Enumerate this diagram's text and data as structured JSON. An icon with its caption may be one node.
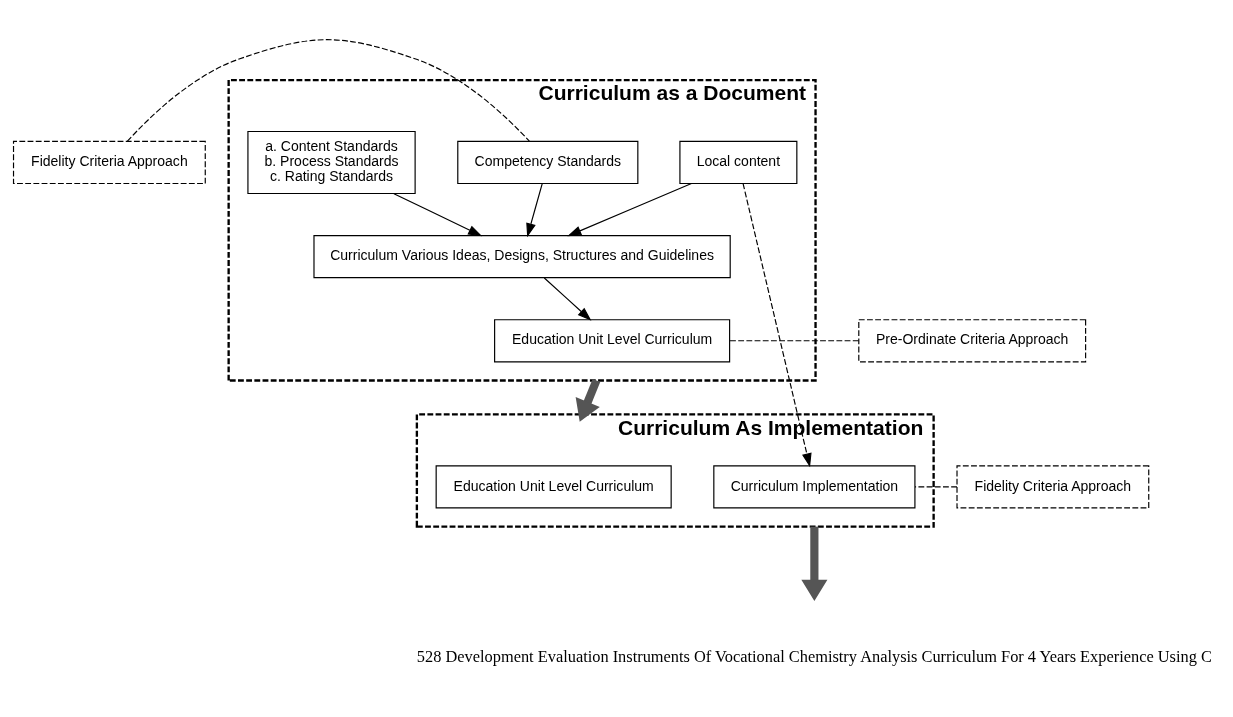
{
  "diagram": {
    "nodes": [
      {
        "text": [
          "Fidelity Criteria Approach"
        ]
      },
      {
        "text": [
          "Curriculum as a Document"
        ]
      },
      {
        "text": [
          "Competency Standards"
        ],
        "in": 1
      },
      {
        "text": [
          "a. Content Standards",
          "b. Process Standards",
          "c. Rating Standards"
        ],
        "in": 1
      },
      {
        "text": [
          "Curriculum Various Ideas, Designs, Structures and Guidelines"
        ],
        "in": 1
      },
      {
        "text": [
          "Local content"
        ],
        "in": 1
      },
      {
        "text": [
          "Education Unit Level Curriculum"
        ],
        "in": 1
      },
      {
        "text": [
          "Pre-Ordinate Criteria Approach"
        ]
      },
      {
        "text": [
          "Curriculum As Implementation"
        ]
      },
      {
        "text": [
          "Education Unit Level Curriculum"
        ],
        "in": 8
      },
      {
        "text": [
          "Curriculum Implementation"
        ],
        "in": 8
      },
      {
        "text": [
          "Fidelity Criteria Approach"
        ]
      }
    ],
    "edges": [
      {
        "from": 0,
        "to": 2,
        "arrow": "none",
        "style": "dashed"
      },
      {
        "from": 2,
        "to": 4,
        "arrow": "to"
      },
      {
        "from": 3,
        "to": 4,
        "arrow": "to"
      },
      {
        "from": 5,
        "to": 4,
        "arrow": "to"
      },
      {
        "from": 4,
        "to": 6,
        "arrow": "to"
      },
      {
        "from": 7,
        "to": 6,
        "arrow": "none",
        "style": "dashed"
      },
      {
        "from": 1,
        "to": 8,
        "arrow": "to",
        "style": "thick"
      },
      {
        "from": 5,
        "to": 10,
        "arrow": "to",
        "style": "dashed"
      },
      {
        "from": 11,
        "to": 10,
        "arrow": "none",
        "style": "dashed"
      },
      {
        "from": 8,
        "to": null,
        "arrow": "to",
        "style": "thick"
      }
    ],
    "labels": [
      "528 Development Evaluation Instruments Of Vocational Chemistry Analysis Curriculum For 4 Years Experience Using C"
    ]
  }
}
